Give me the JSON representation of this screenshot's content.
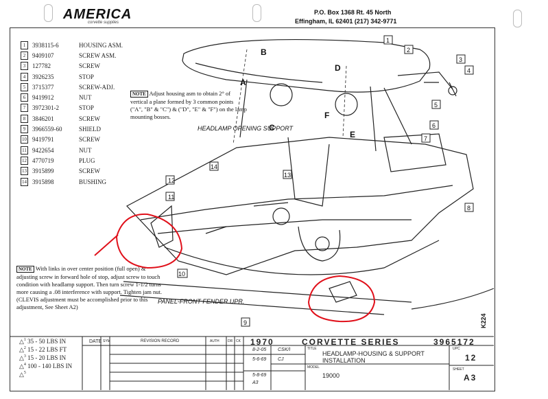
{
  "header": {
    "logo_text": "AMERICA",
    "logo_sub": "corvette supplies",
    "address_line1": "P.O. Box 1368   Rt. 45 North",
    "address_line2": "Effingham, IL 62401   (217) 342-9771"
  },
  "parts": [
    {
      "num": "1",
      "pn": "3938115-6",
      "name": "HOUSING ASM."
    },
    {
      "num": "2",
      "pn": "9409107",
      "name": "SCREW ASM."
    },
    {
      "num": "3",
      "pn": "127782",
      "name": "SCREW"
    },
    {
      "num": "4",
      "pn": "3926235",
      "name": "STOP"
    },
    {
      "num": "5",
      "pn": "3715377",
      "name": "SCREW-ADJ."
    },
    {
      "num": "6",
      "pn": "9419912",
      "name": "NUT"
    },
    {
      "num": "7",
      "pn": "3972301-2",
      "name": "STOP"
    },
    {
      "num": "8",
      "pn": "3846201",
      "name": "SCREW"
    },
    {
      "num": "9",
      "pn": "3966559-60",
      "name": "SHIELD"
    },
    {
      "num": "10",
      "pn": "9419791",
      "name": "SCREW"
    },
    {
      "num": "11",
      "pn": "9422654",
      "name": "NUT"
    },
    {
      "num": "12",
      "pn": "4770719",
      "name": "PLUG"
    },
    {
      "num": "13",
      "pn": "3915899",
      "name": "SCREW"
    },
    {
      "num": "14",
      "pn": "3915898",
      "name": "BUSHING"
    }
  ],
  "note1": {
    "tag": "NOTE",
    "text": "Adjust housing asm to obtain 2° of vertical a plane formed by 3 common points (\"A\", \"B\" & \"C\") & (\"D\", \"E\" & \"F\") on the lamp mounting bosses."
  },
  "note2": {
    "tag": "NOTE",
    "text": "With links in over center position (full open) & adjusting screw in forward hole of stop, adjust screw to touch condition with headlamp support. Then turn screw 1-1/2 turns more causing a .08 interference with support. Tighten jam nut. (CLEVIS adjustment must be accomplished prior to this adjustment, See Sheet A2)"
  },
  "labels": {
    "support": "HEADLAMP OPENING SUPPORT",
    "fender": "PANEL-FRONT FENDER UPR.",
    "A": "A",
    "B": "B",
    "C": "C",
    "D": "D",
    "E": "E",
    "F": "F",
    "k224": "K224"
  },
  "torque": [
    {
      "sym": "1",
      "text": "35 - 50   LBS IN"
    },
    {
      "sym": "2",
      "text": "15 - 22   LBS FT"
    },
    {
      "sym": "3",
      "text": "15 - 20   LBS IN"
    },
    {
      "sym": "4",
      "text": "100 - 140 LBS IN"
    },
    {
      "sym": "5",
      "text": ""
    }
  ],
  "title_block": {
    "col_date": "DATE",
    "col_sym": "SYM",
    "col_revision": "REVISION RECORD",
    "col_auth": "AUTH",
    "col_dr": "DR",
    "col_ck": "CK",
    "year": "1970",
    "series": "CORVETTE SERIES",
    "part_no": "3965172",
    "dr_date": "8-2-05",
    "dr_init": "CSK/I",
    "ck_date": "5-6-69",
    "ck_init": "CJ",
    "title_lbl": "TITLE",
    "title": "HEADLAMP-HOUSING & SUPPORT INSTALLATION",
    "upc_lbl": "UPC",
    "upc": "12",
    "model_lbl": "MODEL",
    "model": "19000",
    "ecr": "5-8-69",
    "ecr2": "A3",
    "sheet_lbl": "SHEET",
    "sheet": "A3"
  },
  "colors": {
    "ink": "#222222",
    "red_marker": "#e0101a"
  }
}
